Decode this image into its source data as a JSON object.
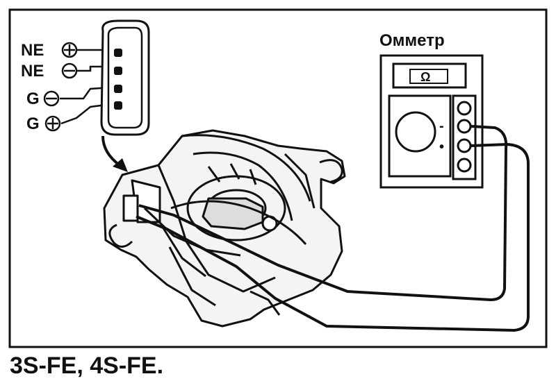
{
  "connector": {
    "pins": [
      {
        "label": "NE",
        "polarity": "+"
      },
      {
        "label": "NE",
        "polarity": "−"
      },
      {
        "label": "G",
        "polarity": "−"
      },
      {
        "label": "G",
        "polarity": "+"
      }
    ]
  },
  "meter": {
    "title": "Омметр",
    "display": "Ω",
    "terminal_marks": [
      "-",
      "•"
    ]
  },
  "caption": "3S-FE, 4S-FE."
}
